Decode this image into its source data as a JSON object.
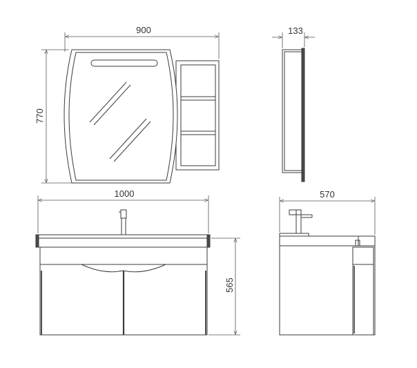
{
  "dimensions": {
    "mirror_width": "900",
    "mirror_height": "770",
    "mirror_depth": "133",
    "vanity_width": "1000",
    "vanity_height": "565",
    "vanity_depth": "570"
  },
  "colors": {
    "line": "#3a3a3a",
    "dimension_line": "#555555",
    "fill_dark": "#4a4a4a",
    "background": "#ffffff"
  }
}
